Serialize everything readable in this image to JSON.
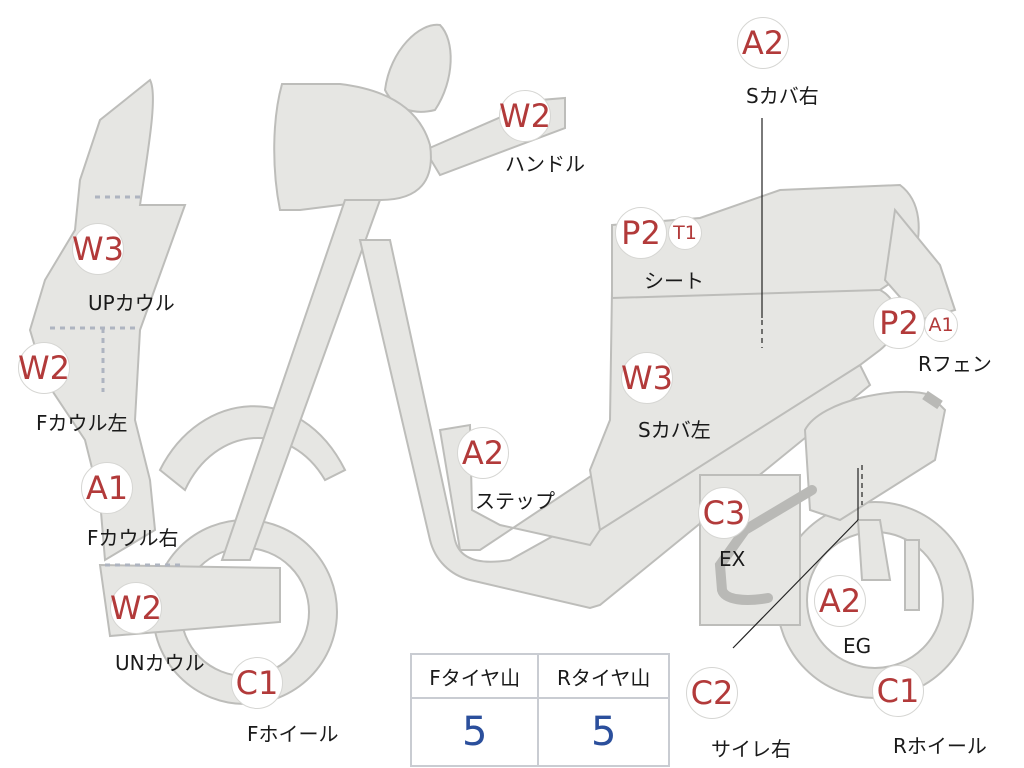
{
  "colors": {
    "part_fill": "#e6e6e3",
    "part_stroke": "#bdbdba",
    "badge_text": "#b23a3a",
    "value_text": "#2b4f9c"
  },
  "parts": [
    {
      "id": "upcowl",
      "code": "W3",
      "label": "UPカウル"
    },
    {
      "id": "fcowl-left",
      "code": "W2",
      "label": "Fカウル左"
    },
    {
      "id": "fcowl-right",
      "code": "A1",
      "label": "Fカウル右"
    },
    {
      "id": "undercowl",
      "code": "W2",
      "label": "UNカウル"
    },
    {
      "id": "fwheel",
      "code": "C1",
      "label": "Fホイール"
    },
    {
      "id": "handle",
      "code": "W2",
      "label": "ハンドル"
    },
    {
      "id": "step",
      "code": "A2",
      "label": "ステップ"
    },
    {
      "id": "scover-left",
      "code": "W3",
      "label": "Sカバ左"
    },
    {
      "id": "seat",
      "code": "P2",
      "code2": "T1",
      "label": "シート"
    },
    {
      "id": "scover-right",
      "code": "A2",
      "label": "Sカバ右"
    },
    {
      "id": "rfender",
      "code": "P2",
      "code2": "A1",
      "label": "Rフェン"
    },
    {
      "id": "exhaust",
      "code": "C3",
      "label": "EX"
    },
    {
      "id": "engine",
      "code": "A2",
      "label": "EG"
    },
    {
      "id": "silencer",
      "code": "C2",
      "label": "サイレ右"
    },
    {
      "id": "rwheel",
      "code": "C1",
      "label": "Rホイール"
    }
  ],
  "tire_table": {
    "headers": [
      "Fタイヤ山",
      "Rタイヤ山"
    ],
    "values": [
      "5",
      "5"
    ]
  }
}
